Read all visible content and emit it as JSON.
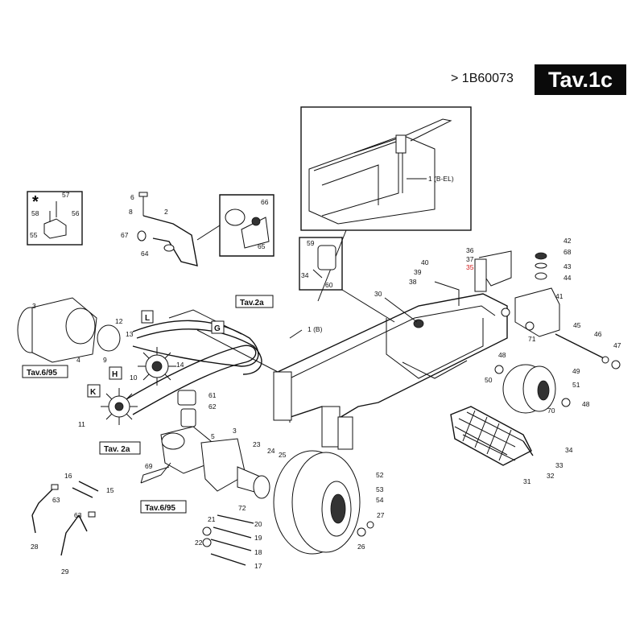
{
  "header": {
    "reference": "> 1B60073",
    "table_title": "Tav.1c"
  },
  "inset_note": "1 (B-EL)",
  "frame_note": "1 (B)",
  "star_symbol": "*",
  "box_labels": {
    "tav2a_top": "Tav.2a",
    "tav695_left": "Tav.6/95",
    "tav2a_mid": "Tav. 2a",
    "tav695_bottom": "Tav.6/95",
    "L": "L",
    "G": "G",
    "H": "H",
    "K": "K"
  },
  "callouts": {
    "n1": "1",
    "n2": "2",
    "n3a": "3",
    "n3b": "3",
    "n4": "4",
    "n5": "5",
    "n6": "6",
    "n8": "8",
    "n9": "9",
    "n10": "10",
    "n11": "11",
    "n12": "12",
    "n13": "13",
    "n14": "14",
    "n15": "15",
    "n16": "16",
    "n17": "17",
    "n18": "18",
    "n19": "19",
    "n20": "20",
    "n21": "21",
    "n22": "22",
    "n23": "23",
    "n24": "24",
    "n25": "25",
    "n26": "26",
    "n27": "27",
    "n28": "28",
    "n29": "29",
    "n30": "30",
    "n31": "31",
    "n32": "32",
    "n33": "33",
    "n34a": "34",
    "n34b": "34",
    "n35": "35",
    "n36": "36",
    "n37": "37",
    "n38": "38",
    "n39": "39",
    "n40": "40",
    "n41": "41",
    "n42": "42",
    "n43": "43",
    "n44": "44",
    "n45": "45",
    "n46": "46",
    "n47": "47",
    "n48a": "48",
    "n48b": "48",
    "n49": "49",
    "n50": "50",
    "n51": "51",
    "n52": "52",
    "n53": "53",
    "n54": "54",
    "n55": "55",
    "n56": "56",
    "n57": "57",
    "n58": "58",
    "n59": "59",
    "n60": "60",
    "n61": "61",
    "n62": "62",
    "n63a": "63",
    "n63b": "63",
    "n64": "64",
    "n65": "65",
    "n66": "66",
    "n67": "67",
    "n68": "68",
    "n69": "69",
    "n70": "70",
    "n71": "71",
    "n72": "72"
  },
  "colors": {
    "highlight_callout": "#d01818",
    "title_bg": "#0a0a0a"
  }
}
